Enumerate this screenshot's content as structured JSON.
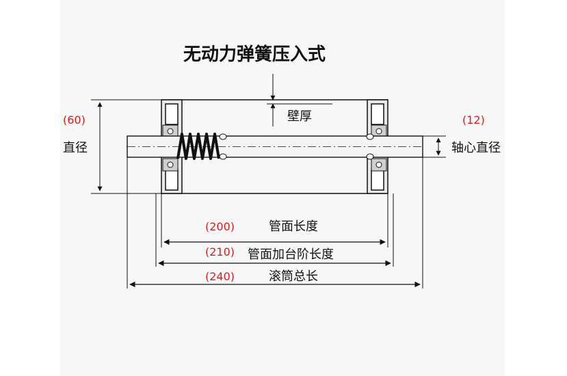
{
  "title": "无动力弹簧压入式",
  "labels": {
    "wall_thickness": "壁厚",
    "diameter": "直径",
    "shaft_diameter": "轴心直径",
    "tube_length": "管面长度",
    "tube_step_length": "管面加台阶长度",
    "total_length": "滚筒总长"
  },
  "values": {
    "diameter": "(60)",
    "shaft_diameter": "(12)",
    "tube_length": "(200)",
    "tube_step_length": "(210)",
    "total_length": "(240)"
  },
  "colors": {
    "line": "#111111",
    "value_text": "#d22020",
    "tube_fill": "#e8e8e8",
    "shaft_fill": "#f4f4f4"
  }
}
